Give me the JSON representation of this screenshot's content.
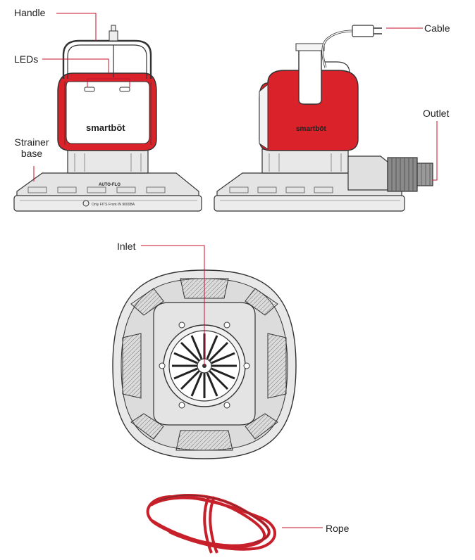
{
  "labels": {
    "handle": "Handle",
    "leds": "LEDs",
    "strainer_base_line1": "Strainer",
    "strainer_base_line2": "base",
    "cable": "Cable",
    "outlet": "Outlet",
    "inlet": "Inlet",
    "rope": "Rope"
  },
  "product": {
    "brand": "smartbōt",
    "base_text": "AUTO-FLO",
    "base_small_text": "Only FITS Front IN 9000BA"
  },
  "colors": {
    "pump_red": "#d9222a",
    "leader_line": "#c8102e",
    "outline": "#333333",
    "base_gray": "#dcdcdc"
  }
}
